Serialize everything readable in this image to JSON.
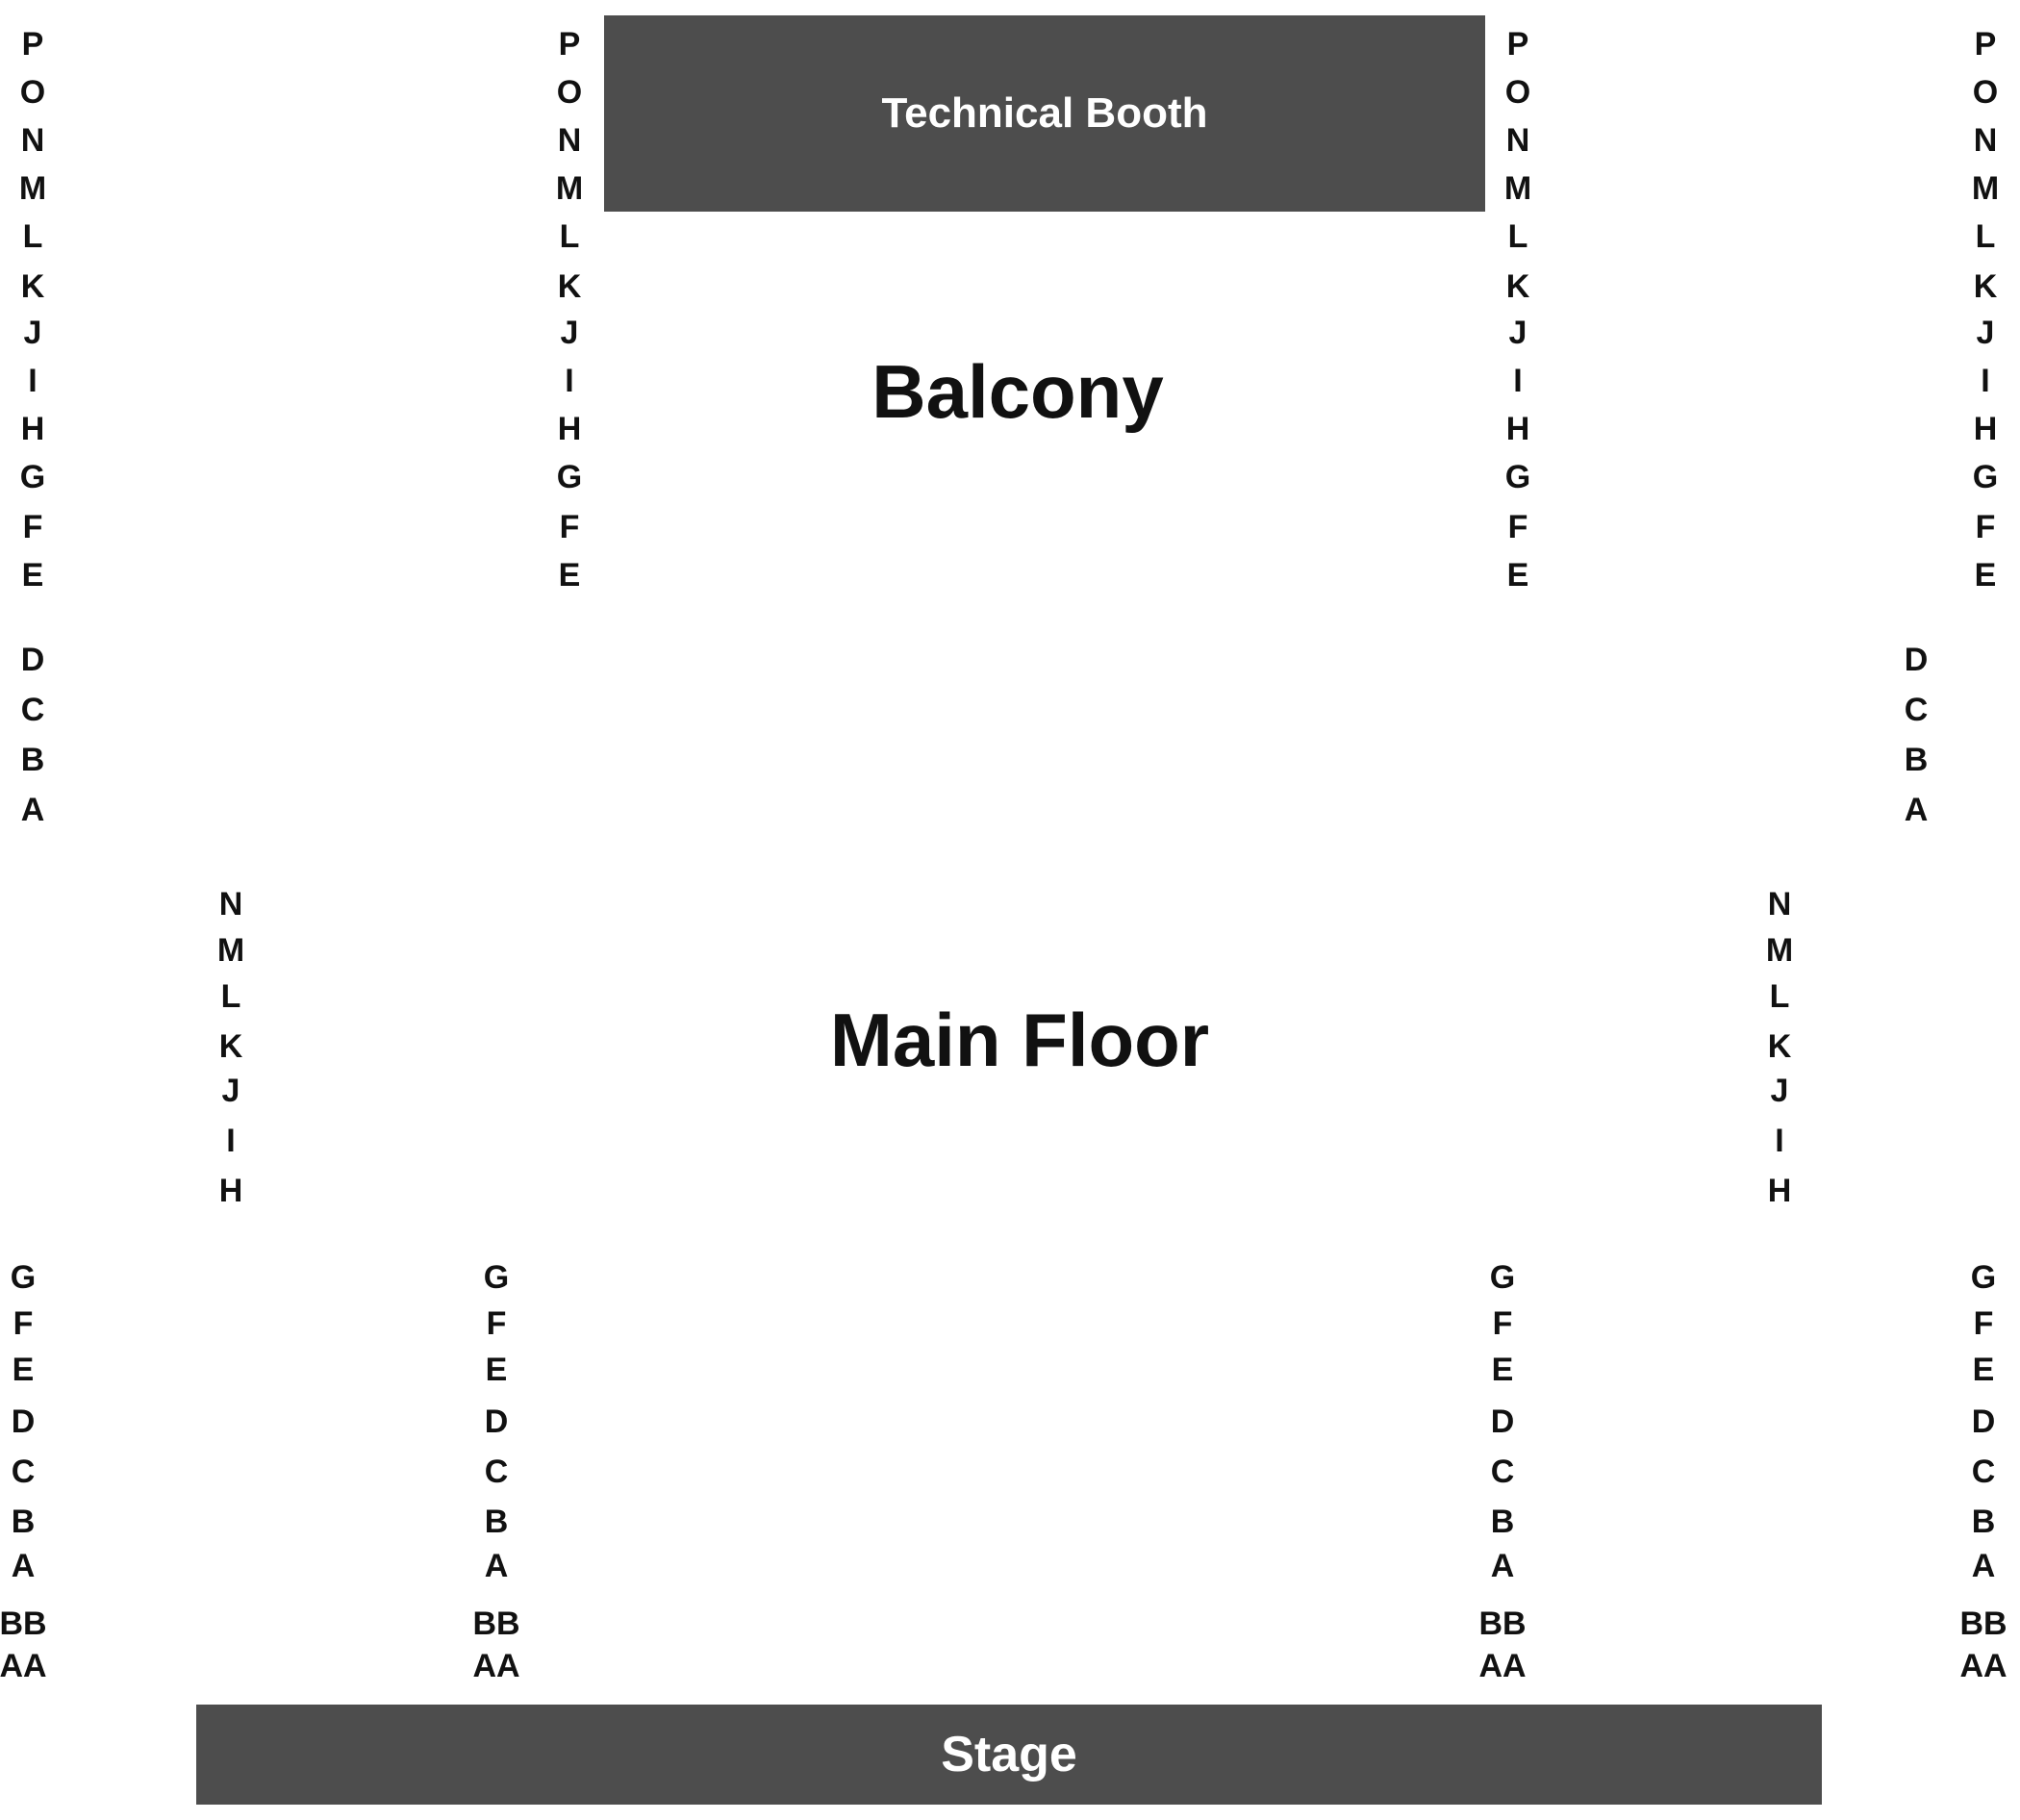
{
  "technical_booth": {
    "label": "Technical Booth"
  },
  "balcony": {
    "label": "Balcony"
  },
  "main_floor": {
    "label": "Main Floor"
  },
  "stage": {
    "label": "Stage"
  },
  "balcony_rows_upper": [
    "P",
    "O",
    "N",
    "M",
    "L",
    "K",
    "J",
    "I",
    "H",
    "G",
    "F",
    "E"
  ],
  "balcony_rows_lower": [
    "D",
    "C",
    "B",
    "A"
  ],
  "main_floor_rows_rear": [
    "N",
    "M",
    "L",
    "K",
    "J",
    "I",
    "H"
  ],
  "main_floor_rows_front": [
    "G",
    "F",
    "E",
    "D",
    "C",
    "B",
    "A",
    "BB",
    "AA"
  ],
  "colors": {
    "block_fill": "#4d4d4d",
    "block_text": "#ffffff",
    "label_text": "#111111"
  }
}
